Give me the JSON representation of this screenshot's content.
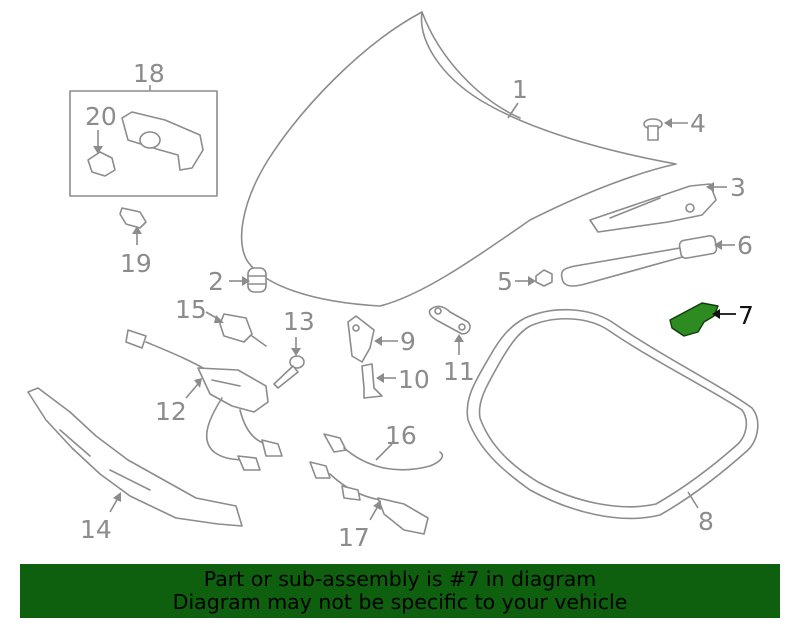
{
  "callouts": {
    "c1": "1",
    "c2": "2",
    "c3": "3",
    "c4": "4",
    "c5": "5",
    "c6": "6",
    "c7": "7",
    "c8": "8",
    "c9": "9",
    "c10": "10",
    "c11": "11",
    "c12": "12",
    "c13": "13",
    "c14": "14",
    "c15": "15",
    "c16": "16",
    "c17": "17",
    "c18": "18",
    "c19": "19",
    "c20": "20"
  },
  "highlighted_part": "7",
  "colors": {
    "highlight": "#2e8b22",
    "banner": "#0e5f0e",
    "linework": "#8c8c8c"
  },
  "banner": {
    "line1": "Part or sub-assembly is #7 in diagram",
    "line2": "Diagram may not be specific to your vehicle"
  }
}
